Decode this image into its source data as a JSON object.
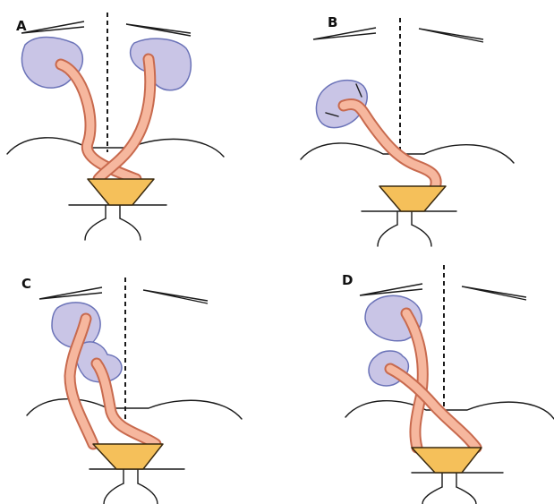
{
  "figure": {
    "colors": {
      "kidney_fill": "#c9c5e6",
      "kidney_stroke": "#6b73b8",
      "ureter_fill": "#f6b79e",
      "ureter_stroke": "#c86a4e",
      "bladder_fill": "#f5c05a",
      "line": "#1a1a1a"
    },
    "panels": [
      {
        "label": "A"
      },
      {
        "label": "B"
      },
      {
        "label": "C"
      },
      {
        "label": "D"
      }
    ]
  }
}
